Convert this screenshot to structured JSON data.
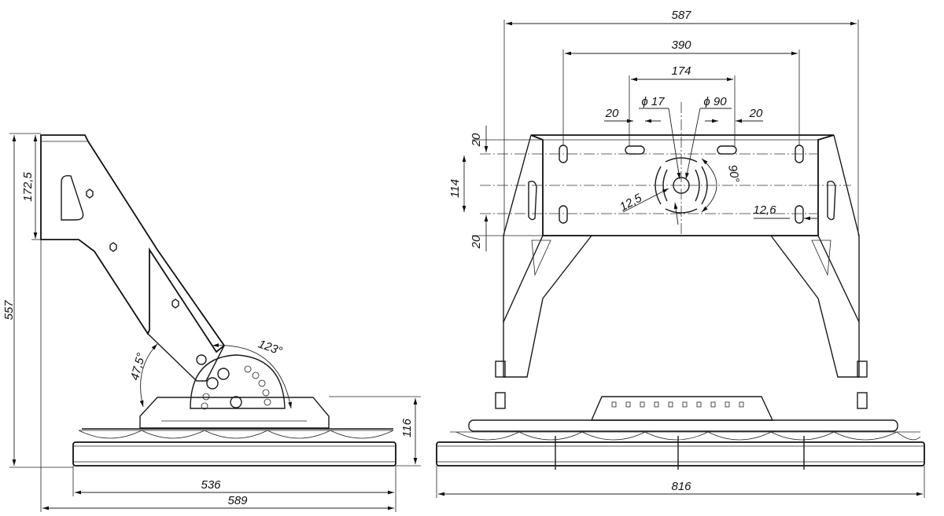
{
  "title": "Mounting bracket - side and front views",
  "side_view": {
    "height_total": "557",
    "height_bracket": "172,5",
    "height_lamp": "116",
    "width_lamp": "536",
    "width_total": "589",
    "angle_down": "47,5°",
    "angle_range": "123°"
  },
  "front_view": {
    "width_bracket": "587",
    "hole_spacing_outer": "390",
    "hole_spacing_inner": "174",
    "slot_len_left": "20",
    "slot_len_right": "20",
    "hole_dia": "ϕ 17",
    "circle_dia": "ϕ 90",
    "arc_angle": "90°",
    "slot_radius": "12,5",
    "slot_width": "12,6",
    "vert_top": "20",
    "vert_mid": "114",
    "vert_bottom": "20",
    "width_lamp": "816"
  }
}
